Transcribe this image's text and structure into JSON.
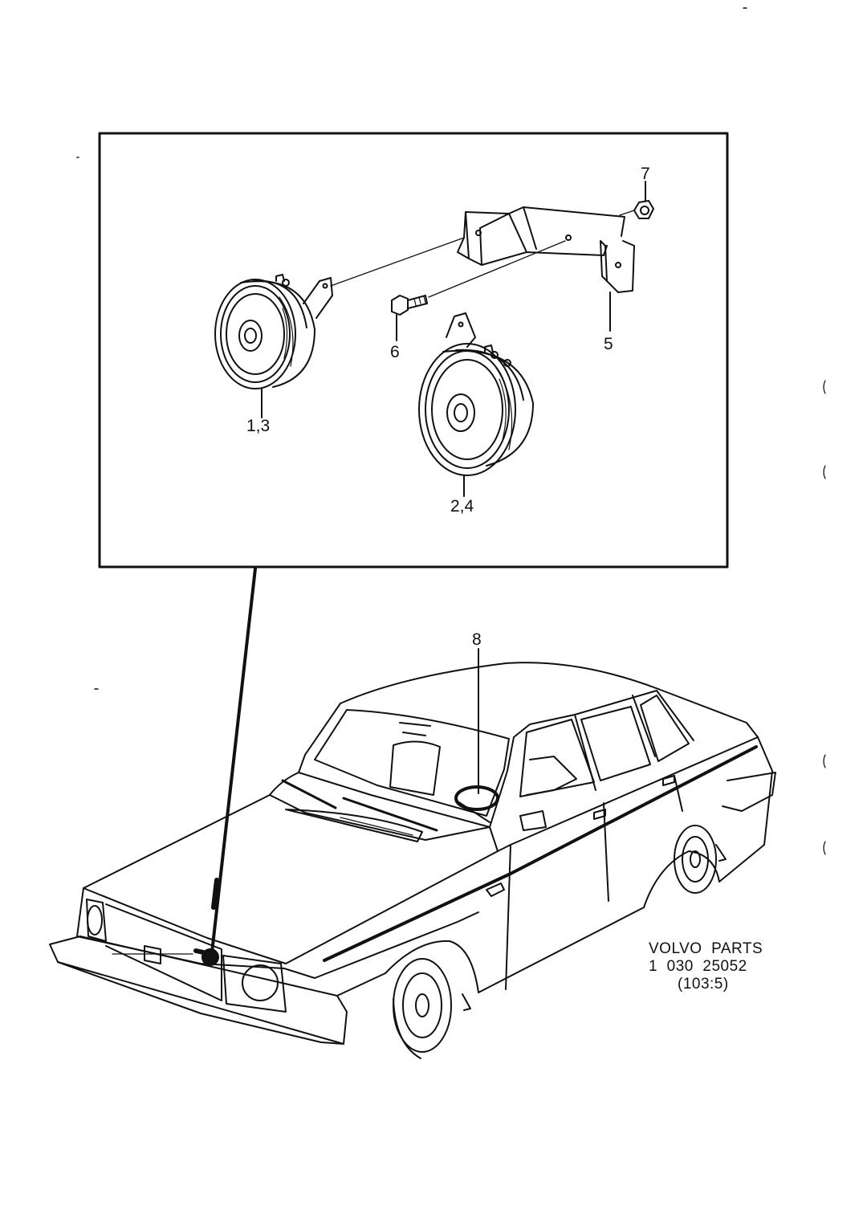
{
  "callouts": {
    "horn_left": "1,3",
    "horn_right": "2,4",
    "bracket": "5",
    "bolt": "6",
    "nut": "7",
    "steering_wheel": "8"
  },
  "footer": {
    "line1": "VOLVO  PARTS",
    "line2": "1  030  25052",
    "line3": "(103:5)"
  },
  "icons": {
    "inset": "horn-assembly-detail",
    "vehicle": "sedan-car-illustration"
  },
  "colors": {
    "line": "#111111",
    "background": "#ffffff"
  }
}
